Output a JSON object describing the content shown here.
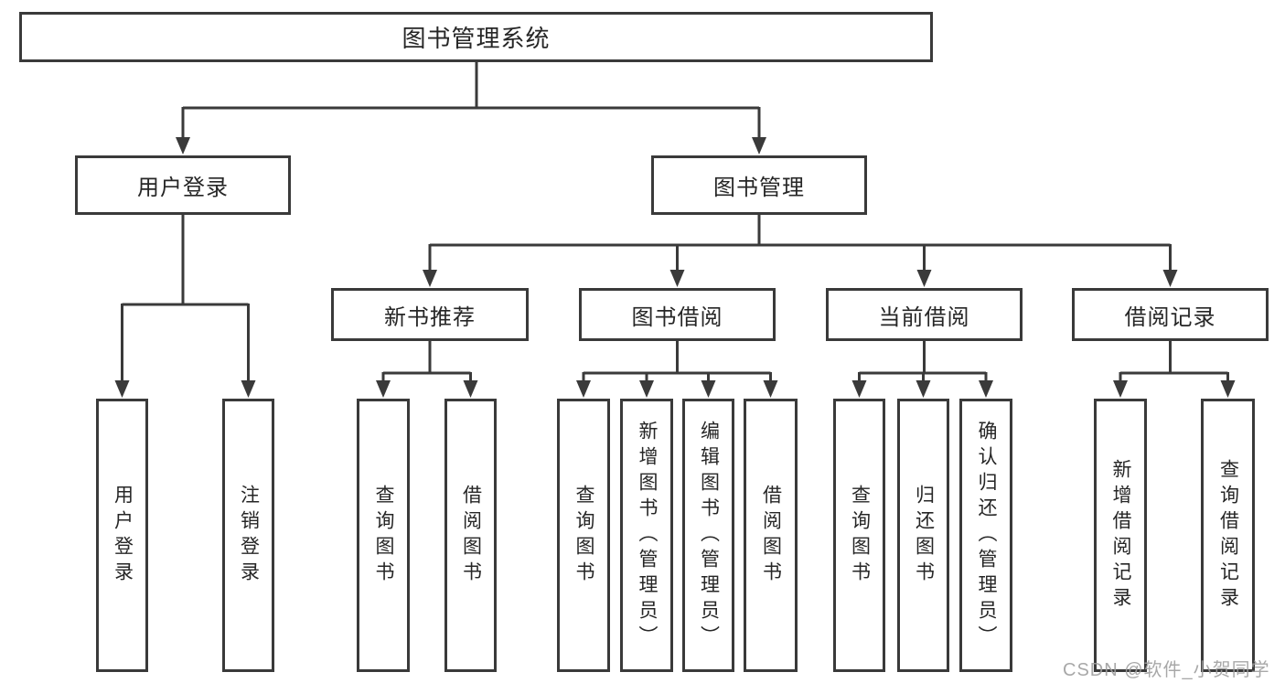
{
  "diagram": {
    "title": "图书管理系统",
    "line_color": "#3a3a3a",
    "watermark": "CSDN @软件_小贺同学",
    "nodes": {
      "root": {
        "label": "图书管理系统"
      },
      "login": {
        "label": "用户登录"
      },
      "mgmt": {
        "label": "图书管理"
      },
      "login_user": {
        "label": "用户登录"
      },
      "logout": {
        "label": "注销登录"
      },
      "newbook": {
        "label": "新书推荐"
      },
      "borrow": {
        "label": "图书借阅"
      },
      "current": {
        "label": "当前借阅"
      },
      "records": {
        "label": "借阅记录"
      },
      "nb_query": {
        "label": "查询图书"
      },
      "nb_borrow": {
        "label": "借阅图书"
      },
      "bw_query": {
        "label": "查询图书"
      },
      "bw_add": {
        "label": "新增图书（管理员）"
      },
      "bw_edit": {
        "label": "编辑图书（管理员）"
      },
      "bw_borrow": {
        "label": "借阅图书"
      },
      "cur_query": {
        "label": "查询图书"
      },
      "cur_return": {
        "label": "归还图书"
      },
      "cur_confirm": {
        "label": "确认归还（管理员）"
      },
      "rec_add": {
        "label": "新增借阅记录"
      },
      "rec_query": {
        "label": "查询借阅记录"
      }
    }
  }
}
